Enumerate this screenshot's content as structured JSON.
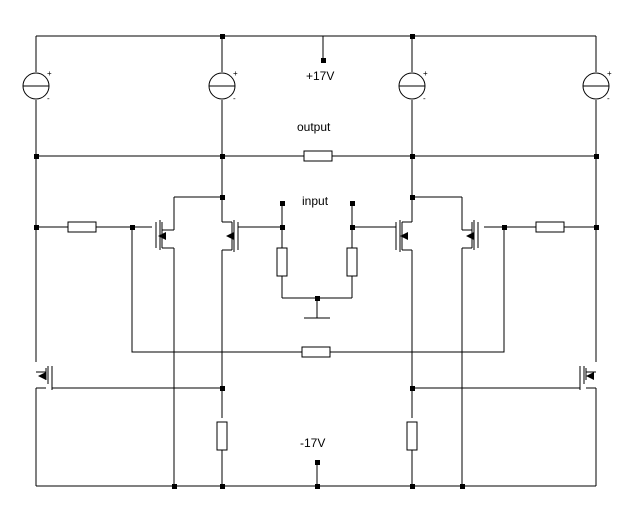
{
  "labels": {
    "supply_positive": "+17V",
    "supply_negative": "-17V",
    "output": "output",
    "input": "input"
  },
  "source_polarity": {
    "plus": "+",
    "minus": "-"
  }
}
